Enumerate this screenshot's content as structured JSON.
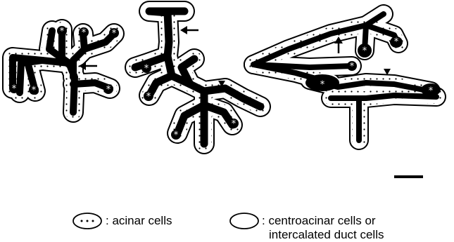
{
  "legend": {
    "acinar_label": ": acinar cells",
    "centroacinar_label_line1": ": centroacinar cells or",
    "centroacinar_label_line2": "intercalated duct cells"
  },
  "colors": {
    "ink": "#000000",
    "background": "#ffffff"
  },
  "markers": {
    "acinus_symbol": "*",
    "arrow_icon": "arrow",
    "triangle_icon": "arrowhead-triangle"
  }
}
